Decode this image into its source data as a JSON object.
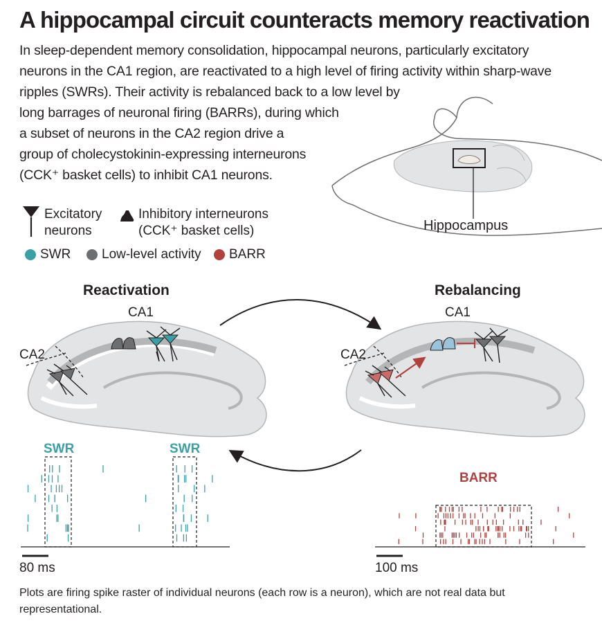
{
  "title": "A hippocampal circuit counteracts memory reactivation",
  "intro_lines": [
    "In sleep-dependent memory consolidation, hippocampal neurons, particularly excitatory",
    "neurons in the CA1 region, are reactivated to a high level of firing activity within sharp-wave",
    "ripples (SWRs). Their activity is rebalanced back to a low level by",
    "long barrages of neuronal firing (BARRs), during which",
    "a subset of neurons in the CA2 region drive a",
    "group of cholecystokinin-expressing interneurons",
    "(CCK⁺ basket cells) to inhibit CA1 neurons."
  ],
  "mouse_label": "Hippocampus",
  "legend": {
    "excitatory": [
      "Excitatory",
      "neurons"
    ],
    "inhibitory": [
      "Inhibitory interneurons",
      "(CCK⁺ basket cells)"
    ],
    "swr": "SWR",
    "low": "Low-level activity",
    "barr": "BARR"
  },
  "panels": {
    "left": {
      "heading": "Reactivation",
      "ca1": "CA1",
      "ca2": "CA2"
    },
    "right": {
      "heading": "Rebalancing",
      "ca1": "CA1",
      "ca2": "CA2"
    }
  },
  "raster_left": {
    "event_label": "SWR",
    "scale": "80 ms"
  },
  "raster_right": {
    "event_label": "BARR",
    "scale": "100 ms"
  },
  "footnote": "Plots are firing spike raster of individual neurons (each row is a neuron), which are not real data but representational.",
  "colors": {
    "teal": "#3aa0a6",
    "gray": "#6d6e70",
    "red": "#b0413e",
    "blue": "#9cc3dc",
    "hippocampus": "#e3e4e5",
    "ink": "#231f20"
  }
}
